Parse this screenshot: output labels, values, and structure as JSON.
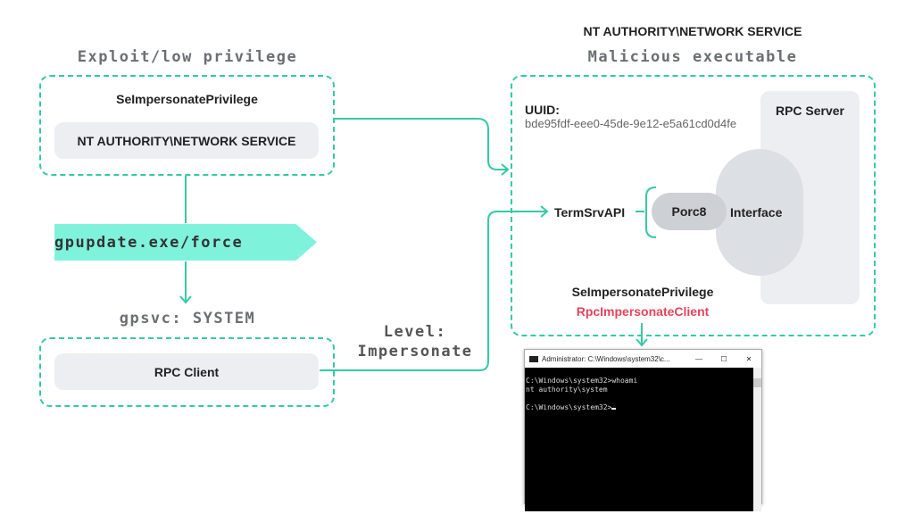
{
  "top_label": "NT AUTHORITY\\NETWORK SERVICE",
  "left": {
    "header": "Exploit/low privilege",
    "privilege": "SeImpersonatePrivilege",
    "account": "NT AUTHORITY\\NETWORK SERVICE",
    "command": "gpupdate.exe/force",
    "service_header": "gpsvc: SYSTEM",
    "client": "RPC Client"
  },
  "connector_label": {
    "line1": "Level:",
    "line2": "Impersonate"
  },
  "right": {
    "header": "Malicious executable",
    "uuid_label": "UUID:",
    "uuid": "bde95fdf-eee0-45de-9e12-e5a61cd0d4fe",
    "server": "RPC Server",
    "api": "TermSrvAPI",
    "porc": "Porc8",
    "interface": "Interface",
    "privilege": "SeImpersonatePrivilege",
    "call": "RpcImpersonateClient"
  },
  "terminal": {
    "title": "Administrator: C:\\Windows\\system32\\c...",
    "lines": [
      "C:\\Windows\\system32>whoami",
      "nt authority\\system",
      "",
      "C:\\Windows\\system32>"
    ]
  },
  "colors": {
    "accent": "#35c9a6",
    "banner": "#7ff2dc",
    "highlight": "#e8445a"
  }
}
